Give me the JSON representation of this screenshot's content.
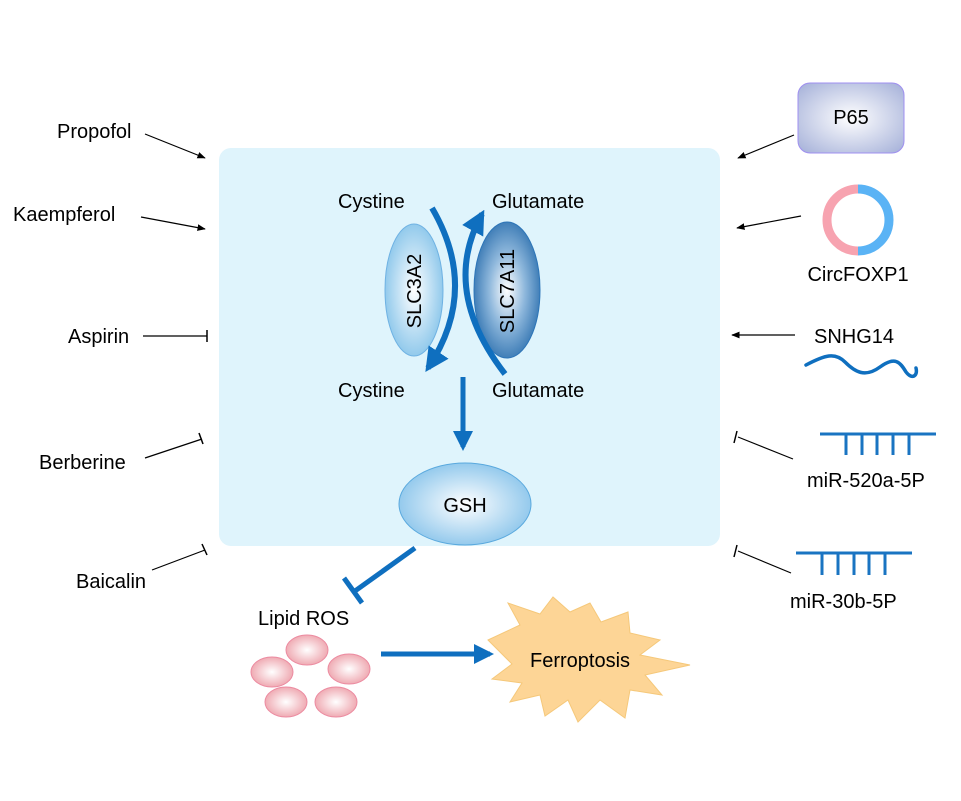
{
  "title": "SLC7A11/SLC3A2 system Xc- regulation of ferroptosis",
  "colors": {
    "cell_bg": "#dff4fc",
    "pathway_blue": "#0f6fbf",
    "arrow_black": "#000000",
    "p65_fill": "#b4bfe0",
    "p65_border": "#9f8ff0",
    "circ_pink": "#f7a3b0",
    "circ_blue": "#5ab3f5",
    "mirna_blue": "#1a74c2",
    "ros_pink": "#f0a0a8",
    "ferroptosis_fill": "#fdd596"
  },
  "transporter": {
    "slc3a2_label": "SLC3A2",
    "slc7a11_label": "SLC7A11",
    "cystine_out": "Cystine",
    "cystine_in": "Cystine",
    "glutamate_out": "Glutamate",
    "glutamate_in": "Glutamate"
  },
  "gsh_label": "GSH",
  "lipid_ros_label": "Lipid ROS",
  "ferroptosis_label": "Ferroptosis",
  "left_regulators": [
    {
      "name": "Propofol",
      "effect": "promote"
    },
    {
      "name": "Kaempferol",
      "effect": "promote"
    },
    {
      "name": "Aspirin",
      "effect": "inhibit"
    },
    {
      "name": "Berberine",
      "effect": "inhibit"
    },
    {
      "name": "Baicalin",
      "effect": "inhibit"
    }
  ],
  "right_regulators": [
    {
      "name": "P65",
      "effect": "promote",
      "shape": "protein-box"
    },
    {
      "name": "CircFOXP1",
      "effect": "promote",
      "shape": "circular-rna"
    },
    {
      "name": "SNHG14",
      "effect": "promote",
      "shape": "lncrna-wave"
    },
    {
      "name": "miR-520a-5P",
      "effect": "inhibit",
      "shape": "mirna-comb"
    },
    {
      "name": "miR-30b-5P",
      "effect": "inhibit",
      "shape": "mirna-comb"
    }
  ]
}
